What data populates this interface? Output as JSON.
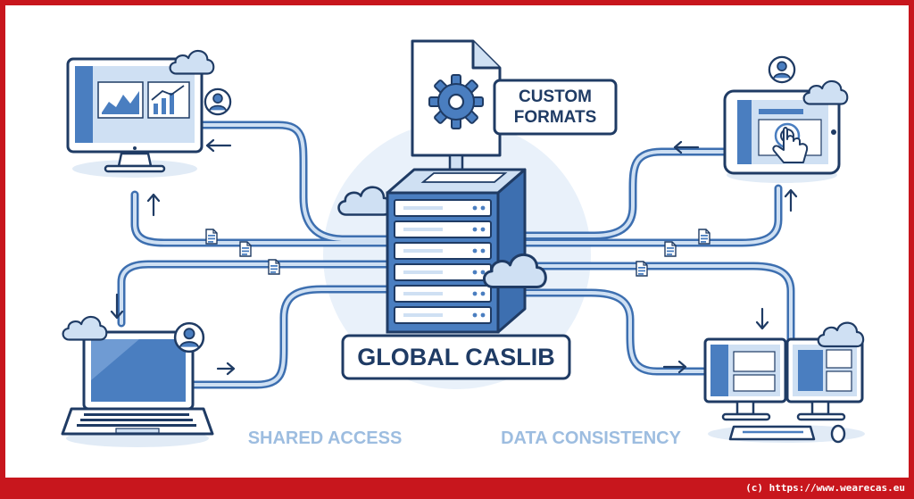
{
  "labels": {
    "custom_formats_line1": "CUSTOM",
    "custom_formats_line2": "FORMATS",
    "global_caslib": "GLOBAL CASLIB",
    "shared_access": "SHARED ACCESS",
    "data_consistency": "DATA CONSISTENCY"
  },
  "footer": {
    "copyright": "(c) https://www.wearecas.eu"
  },
  "colors": {
    "frame": "#c8161d",
    "navy": "#1f3b64",
    "blue": "#4a7ec0",
    "light_blue": "#cfe0f3",
    "pale_blue": "#e9f1fa",
    "caption": "#9dbde0"
  },
  "icons": [
    "user-icon",
    "cloud-icon",
    "gear-icon",
    "document-icon",
    "hand-pointer-icon",
    "server-icon",
    "arrow-icon"
  ]
}
